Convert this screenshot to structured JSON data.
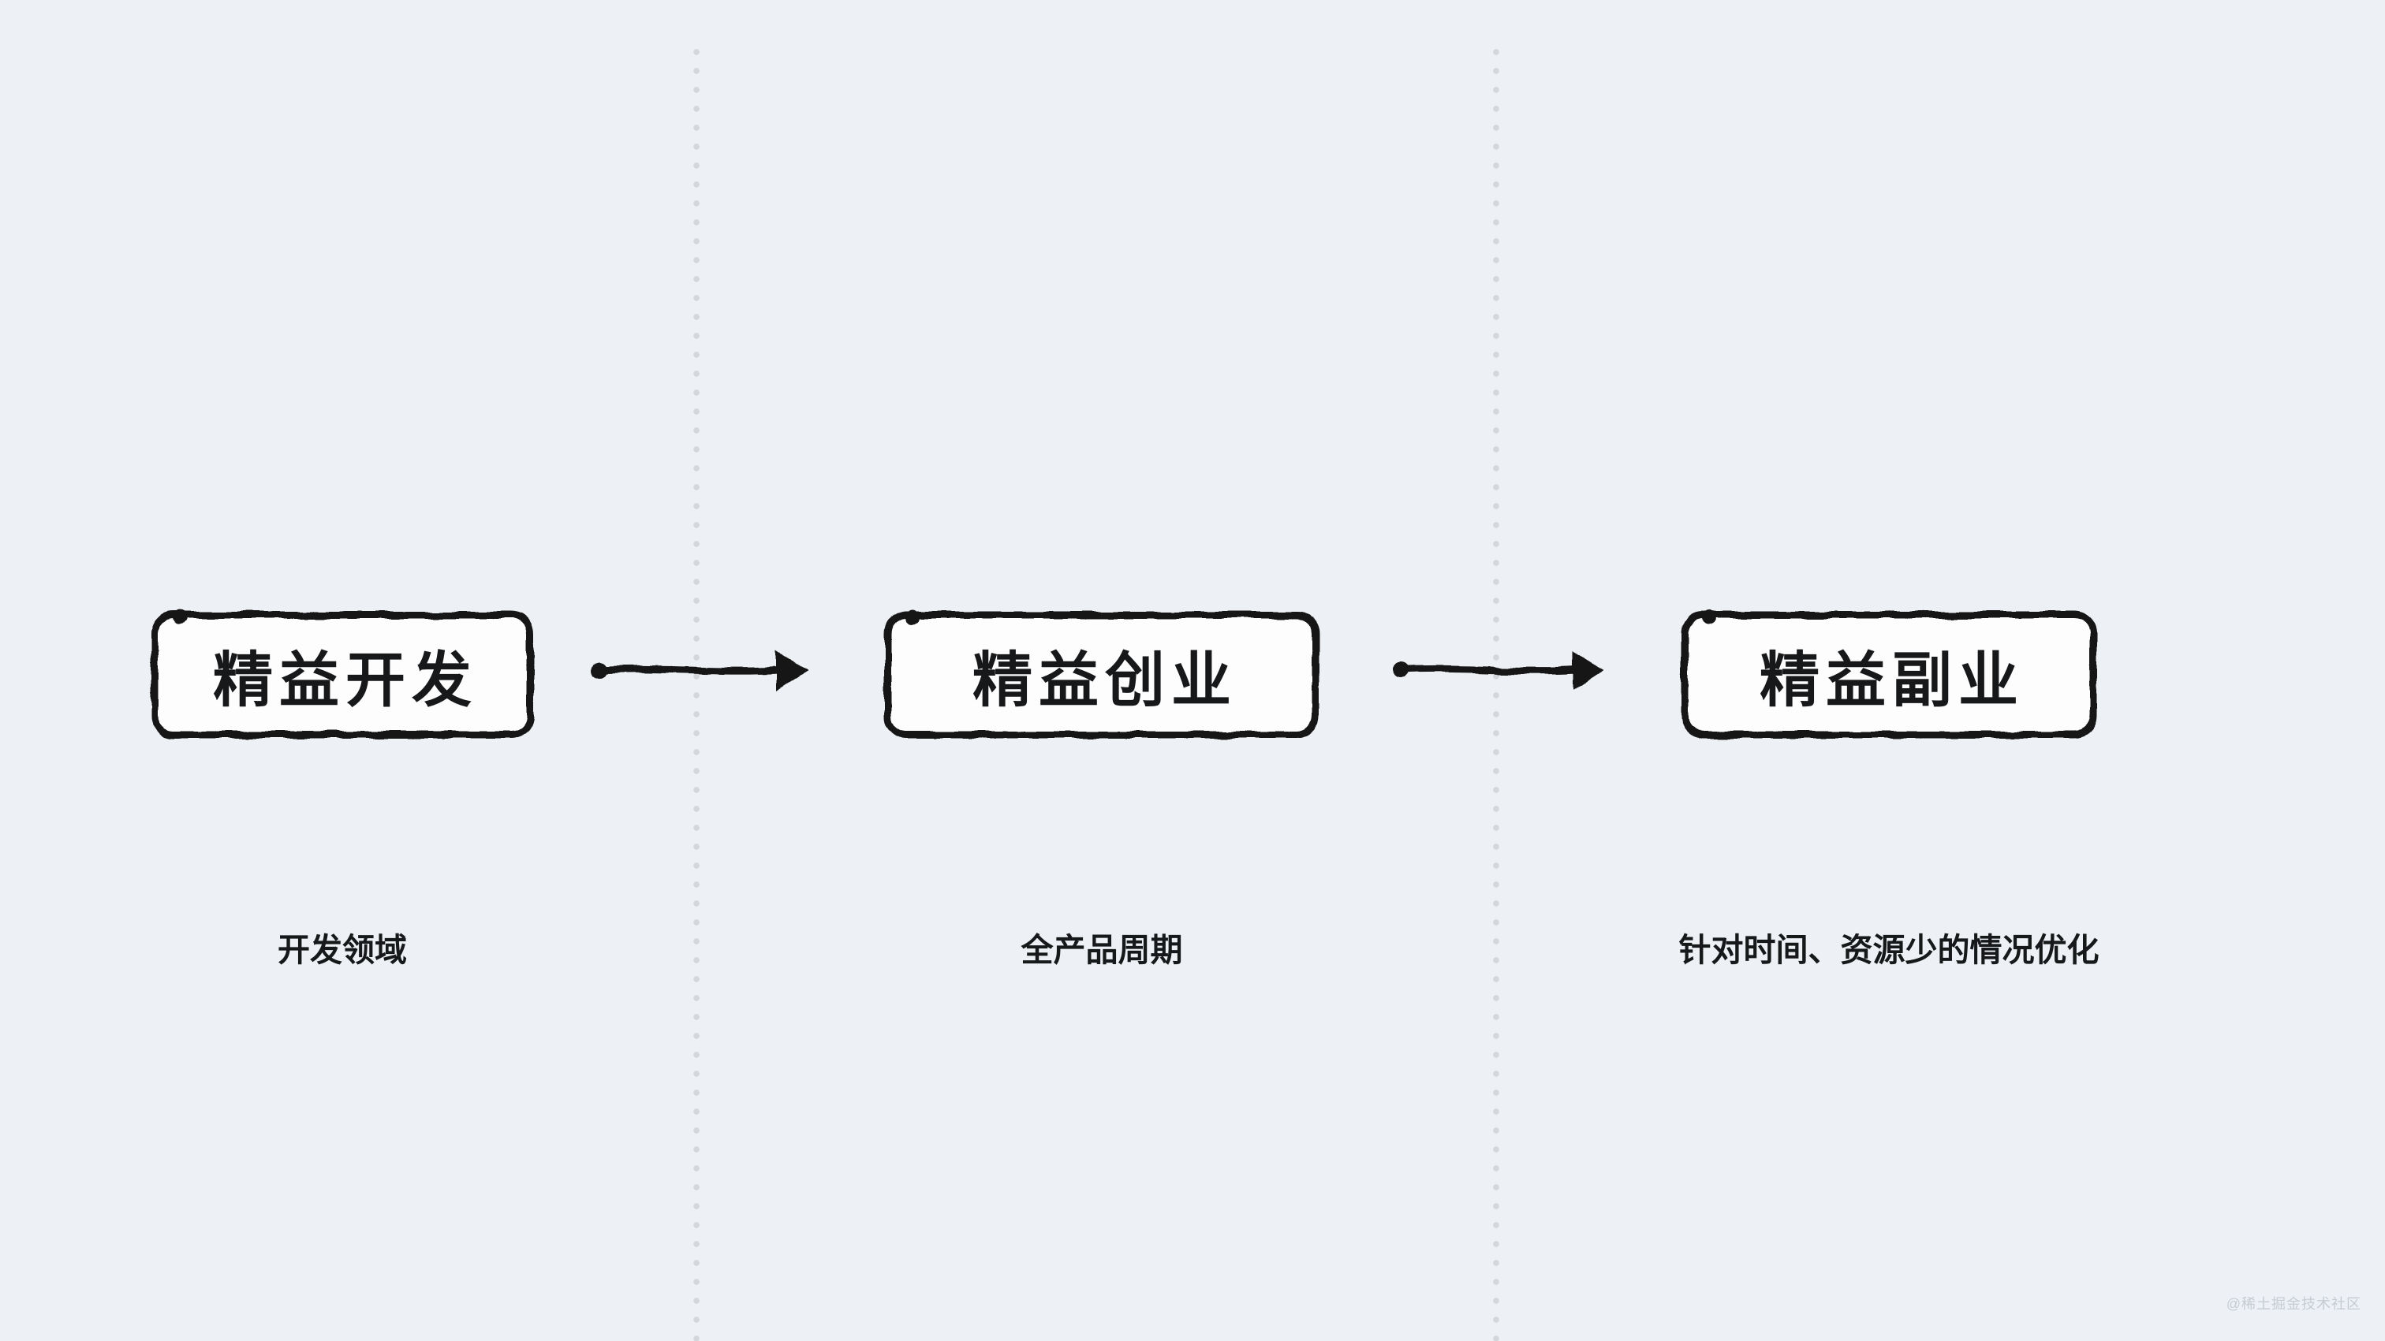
{
  "diagram": {
    "type": "flowchart",
    "direction": "left-to-right",
    "style": "hand-drawn",
    "nodes": [
      {
        "id": "lean-development",
        "label": "精益开发",
        "caption": "开发领域"
      },
      {
        "id": "lean-startup",
        "label": "精益创业",
        "caption": "全产品周期"
      },
      {
        "id": "lean-side-hustle",
        "label": "精益副业",
        "caption": "针对时间、资源少的情况优化"
      }
    ],
    "edges": [
      {
        "from": "lean-development",
        "to": "lean-startup",
        "style": "solid-arrow"
      },
      {
        "from": "lean-startup",
        "to": "lean-side-hustle",
        "style": "solid-arrow"
      }
    ],
    "dividers": {
      "style": "dotted-vertical",
      "count": 2
    }
  },
  "watermark": {
    "text": "@稀土掘金技术社区"
  },
  "colors": {
    "background": "#edf1f5",
    "node_fill": "#fdfdfe",
    "stroke": "#161616",
    "text": "#17181a",
    "divider_dot": "#d3d7dc",
    "watermark": "#c6cbd3"
  }
}
